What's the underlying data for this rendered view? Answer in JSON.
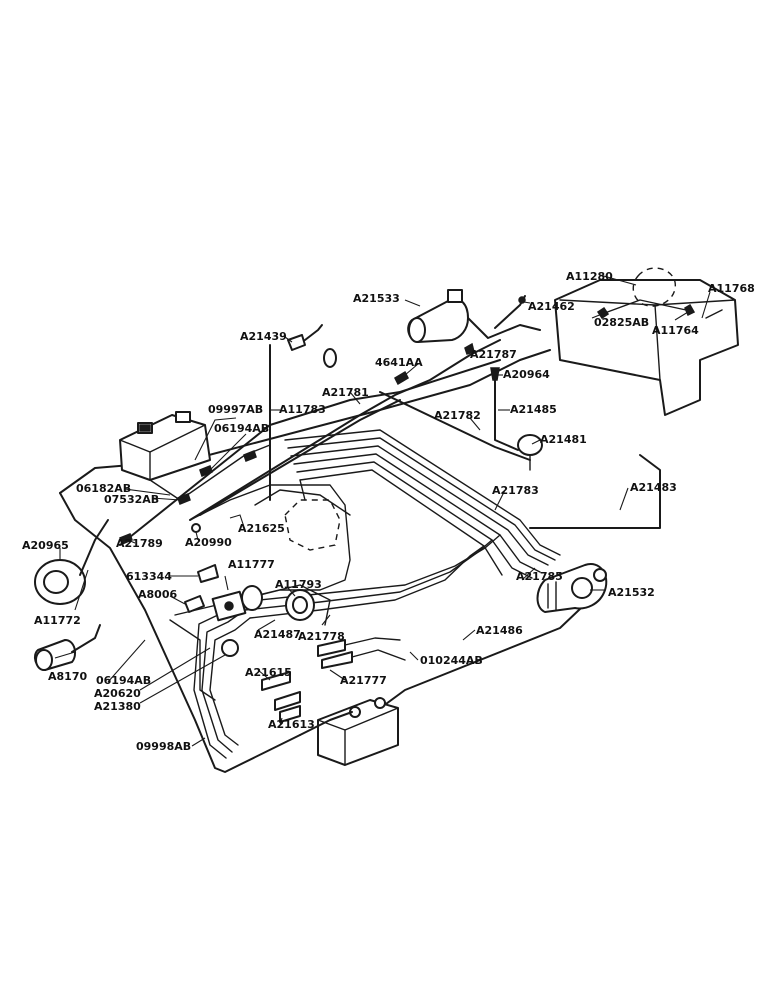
{
  "labels": {
    "a11280": "A11280",
    "a11768": "A11768",
    "a21533": "A21533",
    "a21462": "A21462",
    "c02825ab": "02825AB",
    "a11764": "A11764",
    "a21439": "A21439",
    "a21787": "A21787",
    "c4641aa": "4641AA",
    "a20964": "A20964",
    "a21781": "A21781",
    "c09997ab": "09997AB",
    "a11783": "A11783",
    "a21782": "A21782",
    "a21485": "A21485",
    "c06194ab_top": "06194AB",
    "a21481": "A21481",
    "c06182ab": "06182AB",
    "c07532ab": "07532AB",
    "a21783": "A21783",
    "a21483": "A21483",
    "a21625": "A21625",
    "a21789": "A21789",
    "a20965": "A20965",
    "a20990": "A20990",
    "c613344": "613344",
    "a11777": "A11777",
    "a8006": "A8006",
    "a21785": "A21785",
    "a21532": "A21532",
    "a11793": "A11793",
    "a11772": "A11772",
    "a21487": "A21487",
    "a21778": "A21778",
    "a21486": "A21486",
    "a8170": "A8170",
    "c010244ab": "010244AB",
    "c06194ab_bottom": "06194AB",
    "a21615": "A21615",
    "a21777": "A21777",
    "a20620": "A20620",
    "a21380": "A21380",
    "a21613": "A21613",
    "c09998ab": "09998AB"
  }
}
